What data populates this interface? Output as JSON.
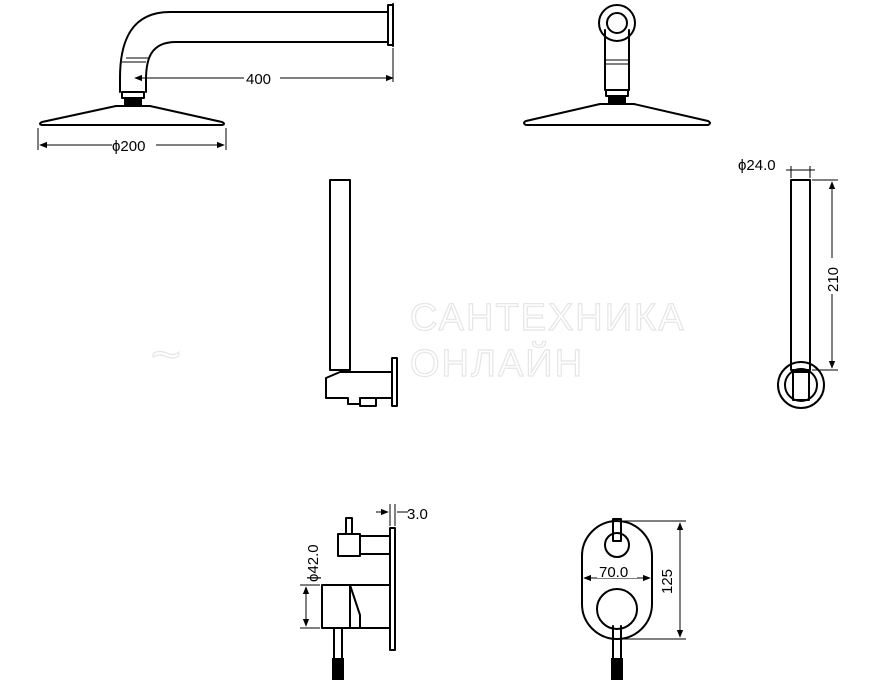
{
  "dimensions": {
    "arm_length": "400",
    "head_diameter": "ϕ200",
    "handset_diameter": "ϕ24.0",
    "handset_length": "210",
    "plate_thickness": "3.0",
    "knob_diameter": "ϕ42.0",
    "plate_width": "70.0",
    "plate_height": "125"
  },
  "watermark": {
    "line1": "САНТЕХНИКА",
    "line2": "ОНЛАЙН"
  }
}
